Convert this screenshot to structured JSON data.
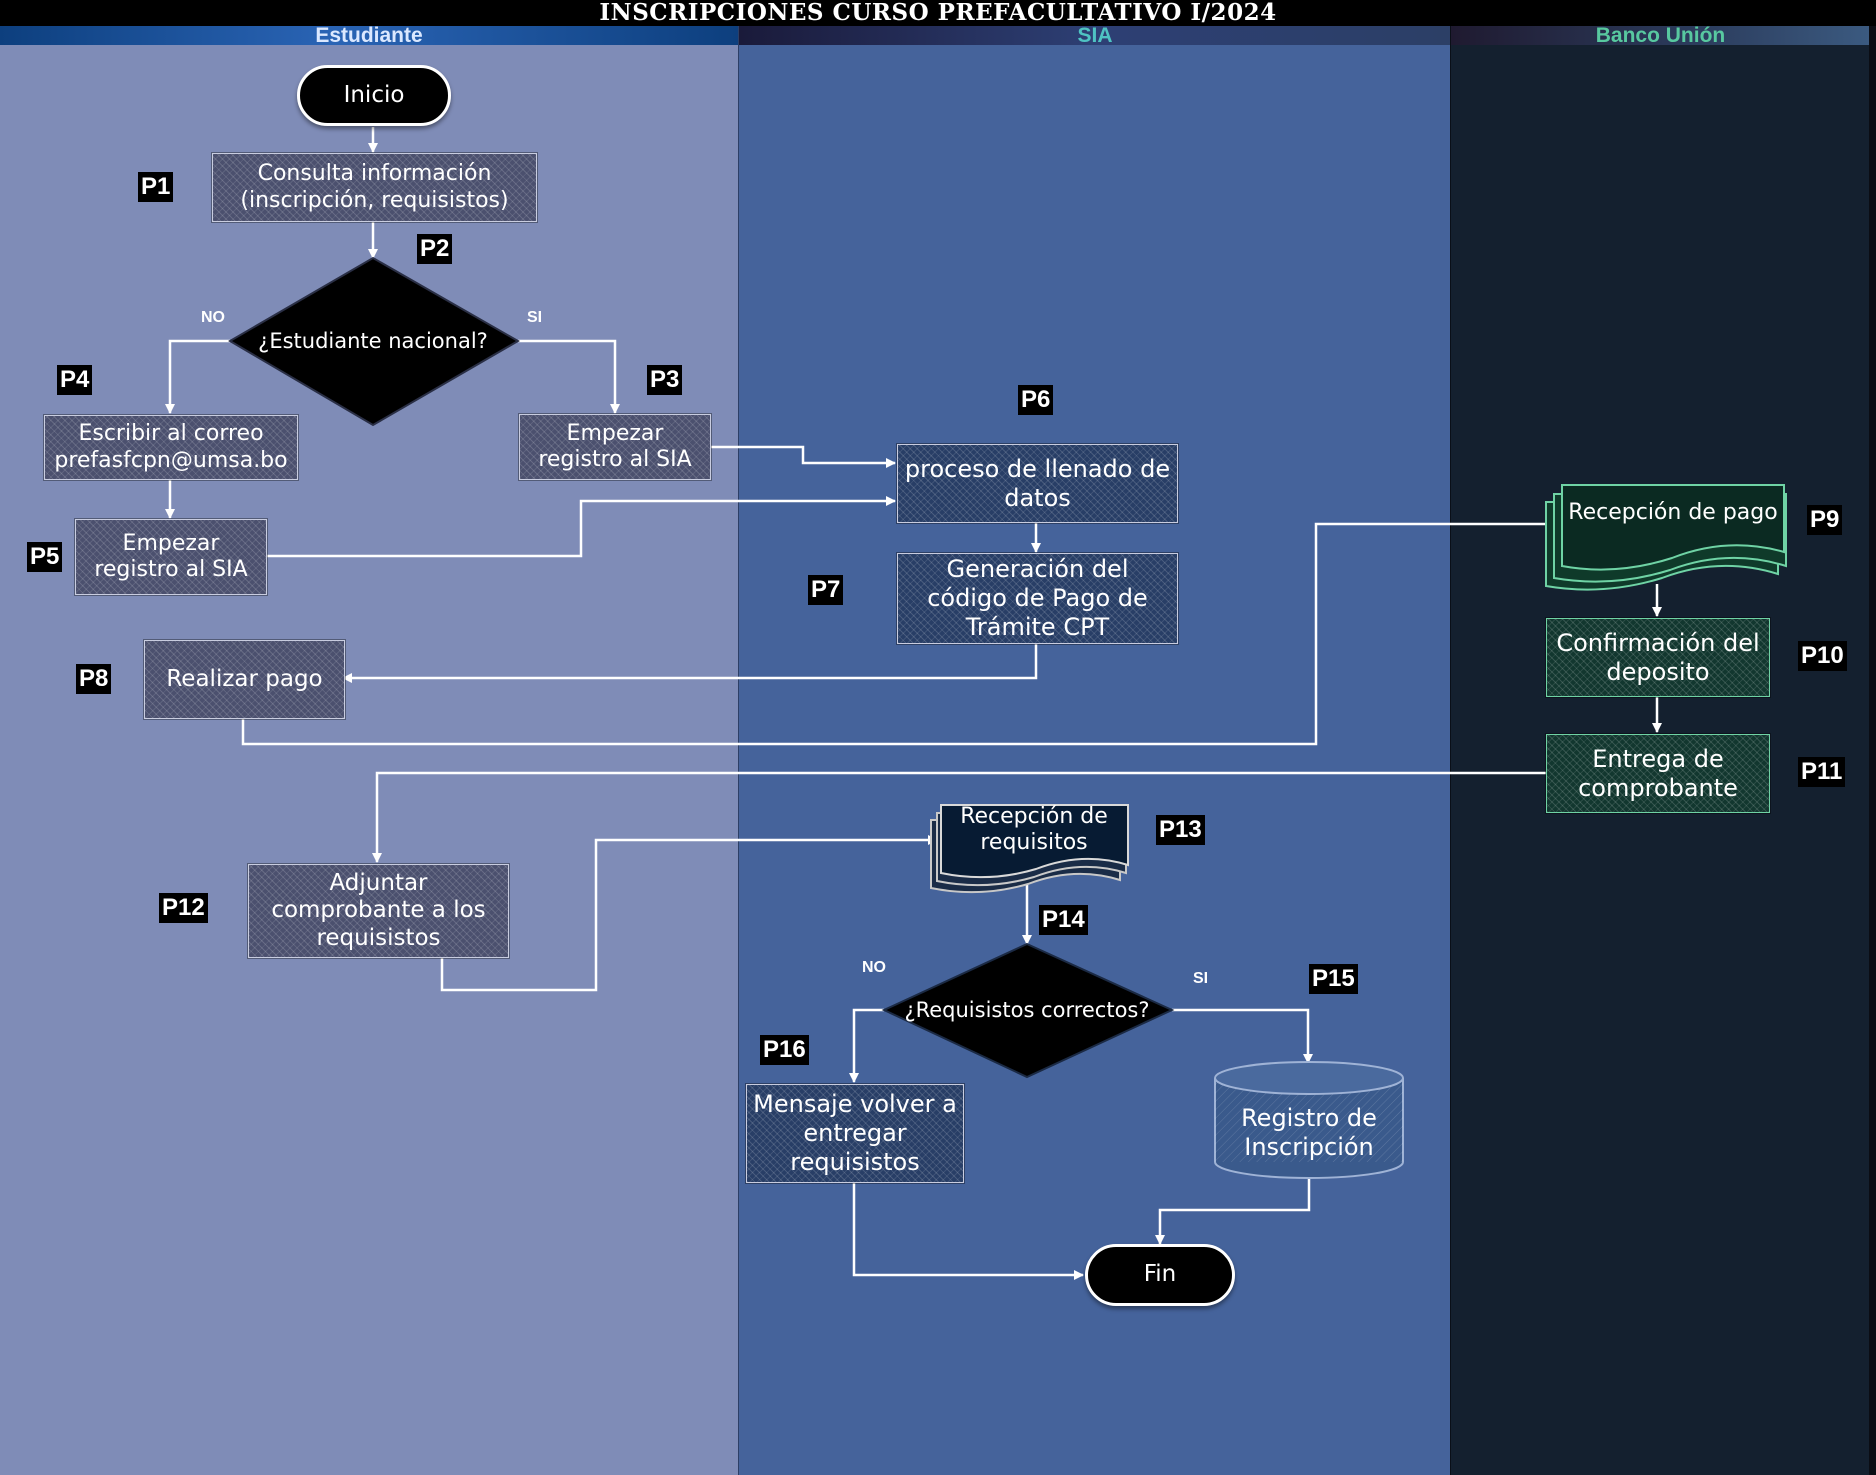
{
  "title": "INSCRIPCIONES CURSO PREFACULTATIVO I/2024",
  "lanes": [
    {
      "name": "Estudiante",
      "color": "#7f8cb7"
    },
    {
      "name": "SIA",
      "color": "#45639b"
    },
    {
      "name": "Banco Unión",
      "color": "#14202f"
    }
  ],
  "nodes": {
    "inicio": "Inicio",
    "p1_consulta": "Consulta información (inscripción, requisistos)",
    "p2_decision": "¿Estudiante nacional?",
    "p2_no": "NO",
    "p2_si": "SI",
    "p3_empezar": "Empezar registro al SIA",
    "p4_correo": "Escribir al correo prefasfcpn@umsa.bo",
    "p5_empezar": "Empezar registro al SIA",
    "p6_llenado": "proceso de llenado de datos",
    "p7_codigo": "Generación del código de Pago de Trámite CPT",
    "p8_pago": "Realizar pago",
    "p9_recepcion_pago": "Recepción de pago",
    "p10_confirmacion": "Confirmación del deposito",
    "p11_entrega": "Entrega de comprobante",
    "p12_adjuntar": "Adjuntar comprobante a los requisistos",
    "p13_recepcion_req": "Recepción de requisitos",
    "p14_decision": "¿Requisistos correctos?",
    "p14_no": "NO",
    "p14_si": "SI",
    "p15_registro": "Registro de Inscripción",
    "p16_mensaje": "Mensaje volver a entregar requisistos",
    "fin": "Fin"
  },
  "step_labels": {
    "p1": "P1",
    "p2": "P2",
    "p3": "P3",
    "p4": "P4",
    "p5": "P5",
    "p6": "P6",
    "p7": "P7",
    "p8": "P8",
    "p9": "P9",
    "p10": "P10",
    "p11": "P11",
    "p12": "P12",
    "p13": "P13",
    "p14": "P14",
    "p15": "P15",
    "p16": "P16"
  },
  "colors": {
    "connector": "#ffffff",
    "bank_accent": "#6fd3a5",
    "label_bg": "#000000"
  }
}
